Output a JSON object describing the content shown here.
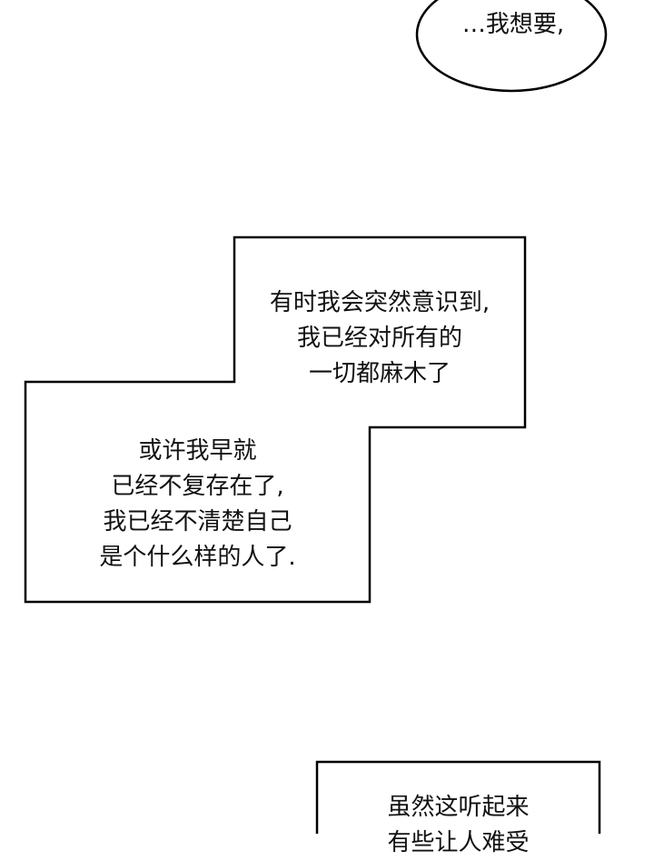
{
  "bubble": {
    "text": "…我想要,"
  },
  "box1": {
    "lines": [
      "有时我会突然意识到,",
      "我已经对所有的",
      "一切都麻木了"
    ]
  },
  "box2": {
    "lines": [
      "或许我早就",
      "已经不复存在了,",
      "我已经不清楚自己",
      "是个什么样的人了."
    ]
  },
  "box3": {
    "lines": [
      "虽然这听起来",
      "有些让人难受"
    ]
  }
}
